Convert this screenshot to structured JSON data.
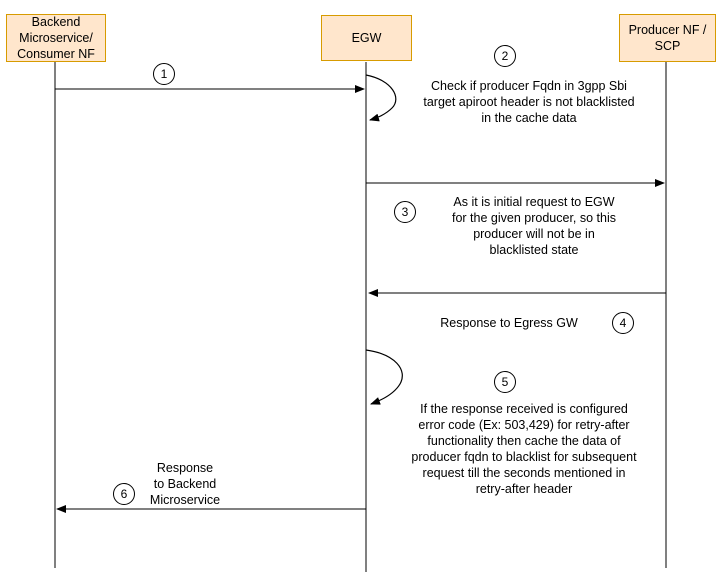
{
  "actors": {
    "backend": [
      "Backend",
      "Microservice/",
      "Consumer NF"
    ],
    "egw": [
      "EGW"
    ],
    "producer": [
      "Producer NF /",
      "SCP"
    ]
  },
  "steps": [
    {
      "number": "1",
      "lines": []
    },
    {
      "number": "2",
      "lines": [
        "Check if producer Fqdn in 3gpp Sbi",
        "target apiroot header is not blacklisted",
        "in the cache data"
      ]
    },
    {
      "number": "3",
      "lines": [
        "As it is initial request to EGW",
        "for the given producer, so this",
        "producer will not be in",
        "blacklisted state"
      ]
    },
    {
      "number": "4",
      "lines": [
        "Response to Egress GW"
      ]
    },
    {
      "number": "5",
      "lines": [
        "If the response received is configured",
        "error code (Ex: 503,429) for retry-after",
        "functionality then cache the data of",
        "producer fqdn to blacklist for subsequent",
        "request till the seconds mentioned in",
        "retry-after header"
      ]
    },
    {
      "number": "6",
      "lines": [
        "Response",
        "to Backend",
        "Microservice"
      ]
    }
  ],
  "colors": {
    "actor_fill": "#ffe6cc",
    "actor_border": "#d79b00",
    "line": "#000000"
  }
}
